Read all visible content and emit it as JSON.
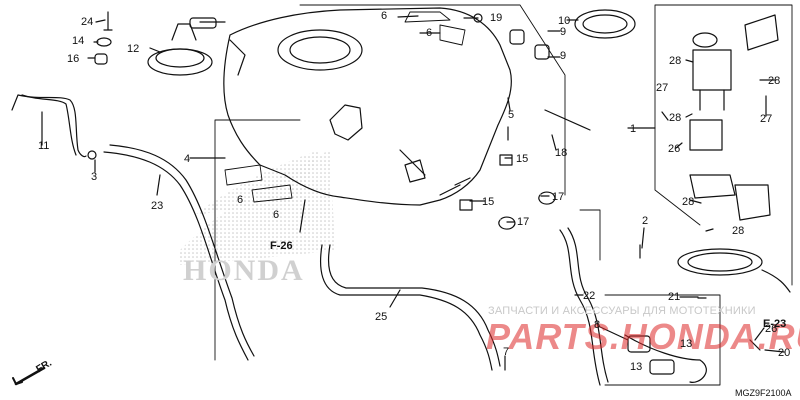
{
  "diagram": {
    "callouts": [
      "1",
      "2",
      "3",
      "4",
      "5",
      "6",
      "7",
      "8",
      "9",
      "10",
      "11",
      "12",
      "13",
      "14",
      "15",
      "16",
      "17",
      "18",
      "19",
      "20",
      "21",
      "22",
      "23",
      "24",
      "25",
      "26",
      "27",
      "28"
    ],
    "refs": {
      "f26": "F-26",
      "e23": "E-23"
    },
    "direction": "FR.",
    "brand_watermark": "HONDA",
    "drawing_code": "MGZ9F2100A"
  },
  "watermark": {
    "text": "ЗАПЧАСТИ И АКСЕССУАРЫ ДЛЯ МОТОТЕХНИКИ",
    "logo": "PARTS.HONDA.RU"
  },
  "colors": {
    "line": "#111111",
    "watermark_red": "#dc2828"
  }
}
